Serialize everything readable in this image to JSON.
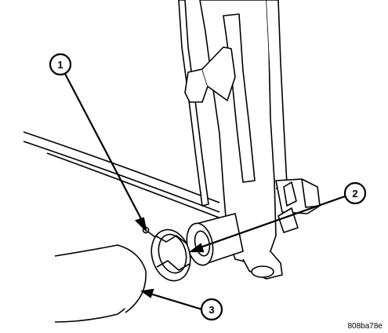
{
  "figure": {
    "callouts": [
      {
        "label": "1"
      },
      {
        "label": "2"
      },
      {
        "label": "3"
      }
    ],
    "figure_code": "808ba78e"
  },
  "colors": {
    "line": "#000000",
    "background": "#ffffff"
  }
}
